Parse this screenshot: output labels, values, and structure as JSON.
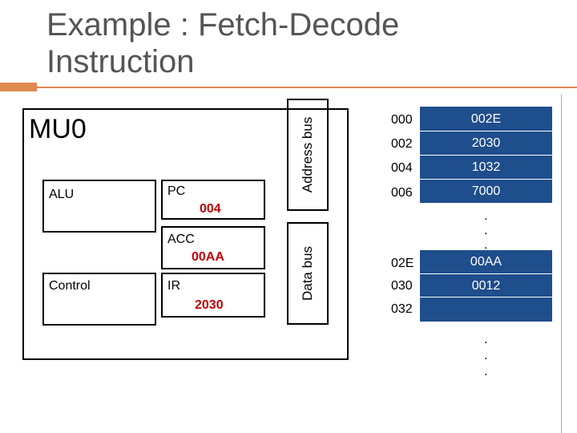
{
  "title": "Example : Fetch-Decode Instruction",
  "mu0": {
    "label": "MU0",
    "alu_label": "ALU",
    "control_label": "Control",
    "pc": {
      "name": "PC",
      "value": "004"
    },
    "acc": {
      "name": "ACC",
      "value": "00AA"
    },
    "ir": {
      "name": "IR",
      "value": "2030"
    }
  },
  "buses": {
    "address": "Address bus",
    "data": "Data bus"
  },
  "memory": {
    "rows": [
      {
        "addr": "000",
        "value": "002E"
      },
      {
        "addr": "002",
        "value": "2030"
      },
      {
        "addr": "004",
        "value": "1032"
      },
      {
        "addr": "006",
        "value": "7000"
      },
      {
        "addr": "02E",
        "value": "00AA"
      },
      {
        "addr": "030",
        "value": "0012"
      },
      {
        "addr": "032",
        "value": ""
      }
    ],
    "ellipsis": "."
  },
  "colors": {
    "accent": "#e0894f",
    "memory_cell": "#1f4e8c",
    "register_value": "#c00000"
  }
}
